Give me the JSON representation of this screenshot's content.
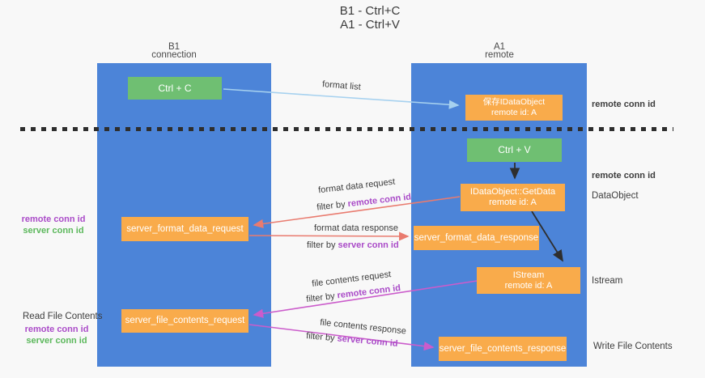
{
  "title": {
    "line1": "B1 - Ctrl+C",
    "line2": "A1 - Ctrl+V"
  },
  "columns": {
    "left": {
      "name": "B1",
      "subtitle": "connection"
    },
    "right": {
      "name": "A1",
      "subtitle": "remote"
    }
  },
  "nodes": {
    "ctrl_c": "Ctrl + C",
    "ctrl_v": "Ctrl + V",
    "save_dataobject": {
      "line1": "保存IDataObject",
      "line2": "remote id: A"
    },
    "getdata": {
      "line1": "IDataObject::GetData",
      "line2": "remote id: A"
    },
    "istream": {
      "line1": "IStream",
      "line2": "remote id: A"
    },
    "server_format_data_request": "server_format_data_request",
    "server_format_data_response": "server_format_data_response",
    "server_file_contents_request": "server_file_contents_request",
    "server_file_contents_response": "server_file_contents_response"
  },
  "arrow_labels": {
    "format_list": "format list",
    "format_data_request": "format data request",
    "format_data_response": "format data response",
    "file_contents_request": "file contents request",
    "file_contents_response": "file contents response",
    "filter_by": "filter by ",
    "remote_conn_id": "remote conn id",
    "server_conn_id": "server conn id"
  },
  "side_labels": {
    "remote_conn_id": "remote conn id",
    "server_conn_id": "server conn id",
    "dataobject": "DataObject",
    "istream": "Istream",
    "read_file_contents": "Read File Contents",
    "write_file_contents": "Write File Contents"
  },
  "colors": {
    "background": "#f8f8f8",
    "column_blue": "#4c84d8",
    "node_green": "#6fbf72",
    "node_orange": "#f9ab4b",
    "arrow_light_blue": "#a6d1ef",
    "arrow_red": "#e97b6f",
    "arrow_magenta": "#cb5ccb",
    "arrow_black": "#2e2e2e",
    "remote_conn_id_purple": "#aa4bc8",
    "server_conn_id_green": "#5cb85c"
  }
}
